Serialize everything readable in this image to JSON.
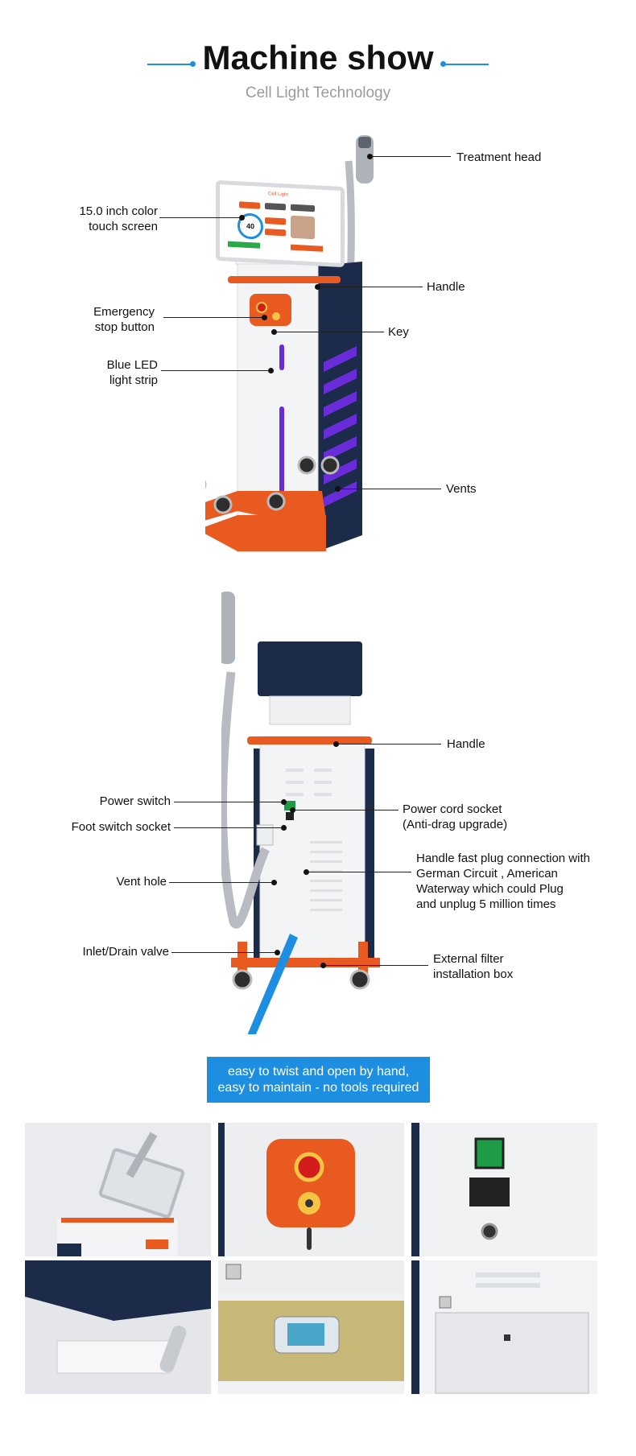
{
  "header": {
    "title": "Machine show",
    "subtitle": "Cell Light  Technology"
  },
  "front_view": {
    "screen_text": {
      "brand": "Cell Light",
      "value": "40"
    },
    "labels": {
      "touch_screen_line1": "15.0 inch color",
      "touch_screen_line2": "touch screen",
      "emergency_line1": "Emergency",
      "emergency_line2": "stop button",
      "blue_led_line1": "Blue LED",
      "blue_led_line2": "light strip",
      "treatment_head": "Treatment head",
      "handle": "Handle",
      "key": "Key",
      "vents": "Vents"
    }
  },
  "back_view": {
    "labels": {
      "handle": "Handle",
      "power_switch": "Power switch",
      "foot_switch_socket": "Foot switch socket",
      "vent_hole": "Vent hole",
      "inlet_drain_valve": "Inlet/Drain valve",
      "power_cord_line1": "Power cord socket",
      "power_cord_line2": "(Anti-drag upgrade)",
      "fast_plug_line1": "Handle fast plug connection with",
      "fast_plug_line2": "German Circuit , American",
      "fast_plug_line3": "Waterway which could Plug",
      "fast_plug_line4": "and unplug 5 million times",
      "filter_line1": "External filter",
      "filter_line2": "installation box"
    },
    "callout_line1": "easy to twist and open by hand,",
    "callout_line2": "easy to maintain - no tools required"
  },
  "colors": {
    "accent_blue": "#1e8fe0",
    "orange": "#e85a1f",
    "navy": "#1c2b4a",
    "purple_led": "#6a2bd8"
  }
}
